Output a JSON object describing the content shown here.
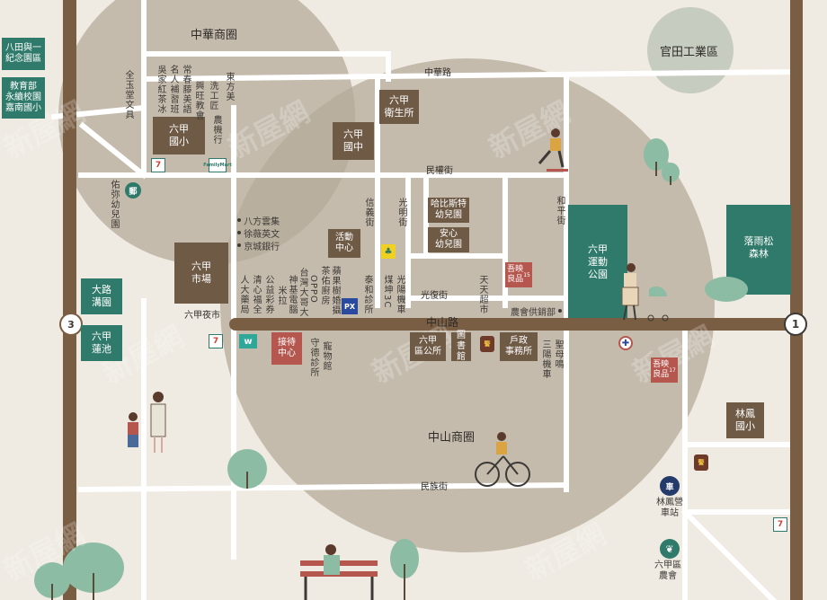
{
  "zones": {
    "zhonghua": "中華商圈",
    "zhongshan": "中山商圈",
    "guantian": "官田工業區"
  },
  "roads": {
    "zhonghua_road": "中華路",
    "minquan": "民權街",
    "zhongshan_road": "中山路",
    "minzu": "民族街",
    "xinyi": "信義街",
    "guangming": "光明街",
    "heping": "和平街",
    "guangfu": "光復街",
    "dongfang": "東方美",
    "liujia_night_market": "六甲夜市",
    "route1": "1",
    "route3": "3"
  },
  "boxes": {
    "bagua": "八田與一\n紀念園區",
    "jiaoyubu": "教育部\n永續校園\n嘉南國小",
    "liujia_elem": "六甲\n國小",
    "liujia_junior": "六甲\n國中",
    "health_center": "六甲\n衛生所",
    "habis": "哈比斯特\n幼兒園",
    "anxin": "安心\n幼兒園",
    "activity_center": "活動\n中心",
    "liujia_market": "六甲\n市場",
    "dalu_garden": "大路\n溝園",
    "liujia_lotus": "六甲\n蓮池",
    "reception": "接待\n中心",
    "district_office": "六甲\n區公所",
    "library": "圖書\n館",
    "household": "戶政\n事務所",
    "wuying1": "吾映\n良品",
    "wuying1_sub": "15",
    "wuying2": "吾映\n良品",
    "wuying2_sub": "17",
    "sports_park": "六甲\n運動\n公園",
    "luoyusong": "落雨松\n森林",
    "linfeng_elem": "林鳳\n國小"
  },
  "vertical_labels": {
    "jinyutang": "全玉堂文具",
    "wujia": "吳家紅茶冰",
    "mingren": "名人補習班",
    "changchun": "常春藤美語",
    "xingwang": "興旺教會",
    "xigong": "洗工匠",
    "nongji": "農機行",
    "youzi": "佑弥幼兒園",
    "renda": "人大藥局",
    "qingxin": "清心福全",
    "gongyi": "公益彩券",
    "mila": "米拉",
    "shenji": "神基電腦",
    "taiwan_dage": "台灣大哥大",
    "oppo": "OPPO",
    "pingguo": "蘋果樹婚攝",
    "chayou": "茶佑廚房",
    "taihe": "泰和診所",
    "xuankun": "煤坤3C",
    "guangyang": "光陽機車",
    "tiantian": "天天超市",
    "shouzhi": "守德診所",
    "chongwu": "寵物館",
    "mazu": "聖母鳴",
    "sanyang": "三陽機車",
    "farm_coop": "農會供銷部"
  },
  "horizontal_labels": {
    "bafang": "八方雲集",
    "xuwei": "徐薇英文",
    "jingcheng": "京城銀行",
    "linfeng_station": "林鳳營\n車站",
    "liujia_farm": "六甲區\n農會"
  },
  "icons": {
    "seven_a": "7",
    "seven_b": "7",
    "seven_c": "7",
    "familymart": "FamilyMart",
    "post": "郵",
    "watsons": "w",
    "pxmart": "PX",
    "police_a": "警",
    "police_b": "警",
    "station": "車"
  },
  "watermark": "新屋網",
  "colors": {
    "background": "#efeae2",
    "circle": "#b6ab9a",
    "road_white": "#ffffff",
    "road_main": "#7a5e44",
    "brown_box": "#6e5a45",
    "teal_box": "#2f7a6a",
    "red_box": "#b6574f",
    "tree": "#8dbca4"
  }
}
